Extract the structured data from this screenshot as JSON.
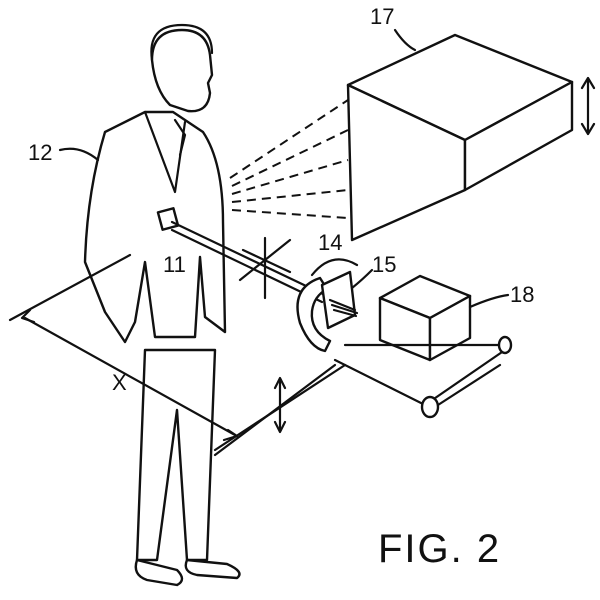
{
  "figure": {
    "caption": "FIG. 2",
    "labels": {
      "display_box": "17",
      "person": "12",
      "device": "11",
      "arc": "14",
      "sensor": "15",
      "small_box": "18",
      "distance": "X"
    }
  }
}
